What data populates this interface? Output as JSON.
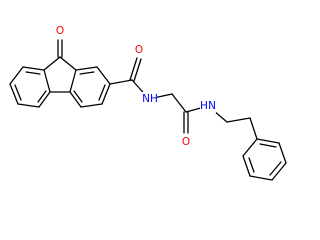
{
  "molecule": {
    "atoms": {
      "o_ketone": "O",
      "o_amide1": "O",
      "n_amide1": "N",
      "h_amide1": "H",
      "o_amide2": "O",
      "n_amide2": "N",
      "h_amide2": "H"
    }
  },
  "colors": {
    "bond": "#000000",
    "oxygen": "#ff0000",
    "nitrogen": "#0000ff",
    "background": "#ffffff"
  }
}
